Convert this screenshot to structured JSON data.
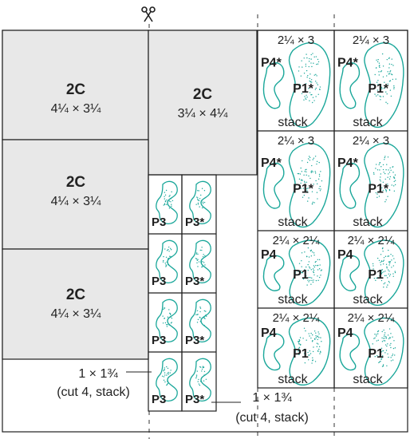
{
  "scissors_icon": "scissors-icon",
  "colors": {
    "outline": "#1f1f1f",
    "block_fill": "#e8e8e8",
    "template": "#1aa79a",
    "text": "#222222"
  },
  "blocks": [
    {
      "code": "2C",
      "size": "4¼ × 3¼"
    },
    {
      "code": "2C",
      "size": "3¼ × 4¼"
    },
    {
      "code": "2C",
      "size": "4¼ × 3¼"
    },
    {
      "code": "2C",
      "size": "4¼ × 3¼"
    }
  ],
  "p3_cells": [
    {
      "label": "P3"
    },
    {
      "label": "P3*"
    },
    {
      "label": "P3"
    },
    {
      "label": "P3*"
    },
    {
      "label": "P3"
    },
    {
      "label": "P3*"
    },
    {
      "label": "P3"
    },
    {
      "label": "P3*"
    }
  ],
  "stack_cells": [
    {
      "size": "2¼ × 3",
      "label_a": "P4*",
      "label_b": "P1*",
      "stack": "stack"
    },
    {
      "size": "2¼ × 3",
      "label_a": "P4*",
      "label_b": "P1*",
      "stack": "stack"
    },
    {
      "size": "2¼ × 3",
      "label_a": "P4*",
      "label_b": "P1*",
      "stack": "stack"
    },
    {
      "size": "2¼ × 3",
      "label_a": "P4*",
      "label_b": "P1*",
      "stack": "stack"
    },
    {
      "size": "2¼ × 2¼",
      "label_a": "P4",
      "label_b": "P1",
      "stack": "stack"
    },
    {
      "size": "2¼ × 2¼",
      "label_a": "P4",
      "label_b": "P1",
      "stack": "stack"
    },
    {
      "size": "2¼ × 2¼",
      "label_a": "P4",
      "label_b": "P1",
      "stack": "stack"
    },
    {
      "size": "2¼ × 2¼",
      "label_a": "P4",
      "label_b": "P1",
      "stack": "stack"
    }
  ],
  "callouts": [
    {
      "line1": "1 × 1¾",
      "line2": "(cut 4, stack)"
    },
    {
      "line1": "1 × 1¾",
      "line2": "(cut 4, stack)"
    }
  ]
}
